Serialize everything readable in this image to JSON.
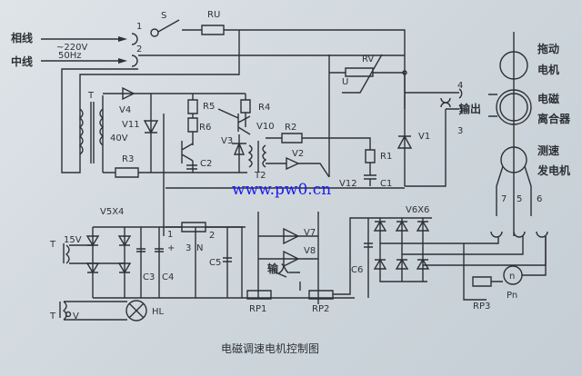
{
  "title": "电磁调速电机控制图",
  "watermark": "www.pw0.cn",
  "input": {
    "phase_line": "相线",
    "neutral_line": "中线",
    "voltage": "~220V",
    "frequency": "50Hz",
    "pin1": "1",
    "pin2": "2"
  },
  "components": {
    "switch": "S",
    "fuse": "RU",
    "transformer": "T",
    "v4": "V4",
    "v11": "V11",
    "sec_voltage": "40V",
    "r3": "R3",
    "r5": "R5",
    "r6": "R6",
    "c2": "C2",
    "r4": "R4",
    "v10": "V10",
    "v3": "V3",
    "t2": "T2",
    "r2": "R2",
    "v2": "V2",
    "r1": "R1",
    "v12": "V12",
    "c1": "C1",
    "rv": "RV",
    "u": "U",
    "v1": "V1",
    "v5x4": "V5X4",
    "t_low": "T",
    "v15": "15V",
    "c3": "C3",
    "c4": "C4",
    "n_pin1": "1",
    "plus": "+",
    "n_pin3": "3",
    "n": "N",
    "n_pin2": "2",
    "c5": "C5",
    "v7": "V7",
    "v8": "V8",
    "input_label": "输入",
    "rp1": "RP1",
    "rp2": "RP2",
    "c6": "C6",
    "v6x6": "V6X6",
    "rp3": "RP3",
    "tach_n": "n",
    "pn": "Pn",
    "t_lamp": "T",
    "o_v": "V",
    "hl": "HL"
  },
  "output": {
    "label": "输出",
    "pin4": "4",
    "pin3": "3"
  },
  "motor": {
    "drive_motor": [
      "拖动",
      "电机"
    ],
    "clutch": [
      "电磁",
      "离合器"
    ],
    "tacho": [
      "测速",
      "发电机"
    ],
    "pins": [
      "7",
      "5",
      "6"
    ]
  }
}
